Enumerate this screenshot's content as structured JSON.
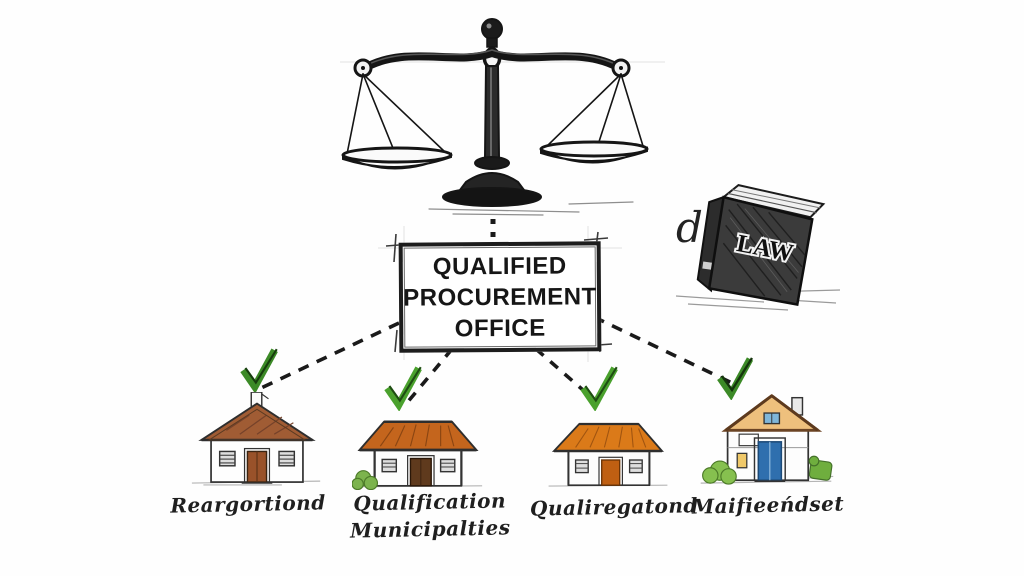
{
  "diagram_title": "Qualified Procurement Office hand-drawn diagram",
  "office_box": {
    "lines": [
      "QUALIFIED",
      "PROCUREMENT",
      "OFFICE"
    ]
  },
  "law_book": {
    "title": "LAW",
    "handwritten_letter": "d"
  },
  "scale": {
    "icon": "balance-scale-icon"
  },
  "houses": [
    {
      "id": "house-1",
      "check": true,
      "label_lines": [
        "Reargortiond"
      ]
    },
    {
      "id": "house-2",
      "check": true,
      "label_lines": [
        "Qualification",
        "Municipalties"
      ]
    },
    {
      "id": "house-3",
      "check": true,
      "label_lines": [
        "Qualiregatond"
      ]
    },
    {
      "id": "house-4",
      "check": true,
      "label_lines": [
        "Maifieeńdset"
      ]
    }
  ],
  "colors": {
    "ink": "#1c1c1c",
    "check_green": "#4a9e2f",
    "check_green_dark": "#1e4d12",
    "roof_brown": "#a05c34",
    "roof_orange": "#c4651d",
    "roof_bright_orange": "#db7a19",
    "roof_tan": "#eec07d",
    "door_brown": "#99522a",
    "door_dark_brown": "#5f3a1d",
    "door_orange": "#bf5f12",
    "door_blue": "#2f6fae",
    "bush_green": "#7cb34d",
    "book_cover": "#3b3b3b"
  }
}
